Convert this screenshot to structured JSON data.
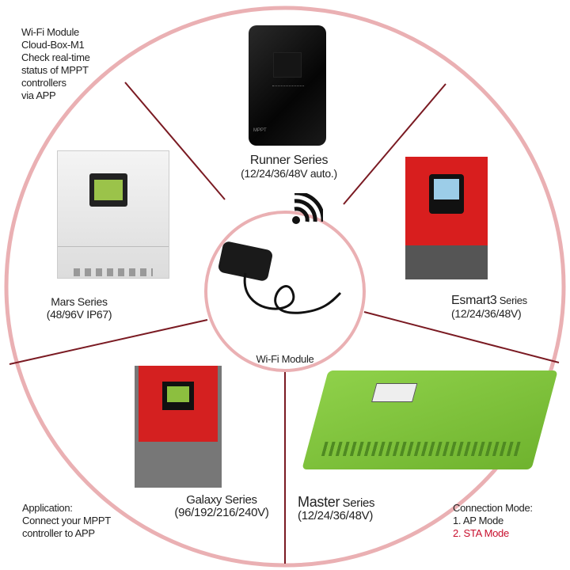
{
  "colors": {
    "ring": "#e8a5a8",
    "divider": "#7a1a22",
    "accent_red": "#c8102e"
  },
  "info": {
    "lines": [
      "Wi-Fi Module",
      "Cloud-Box-M1",
      "Check real-time",
      "status of MPPT",
      "controllers",
      "via APP"
    ]
  },
  "application": {
    "lines": [
      "Application:",
      "Connect your MPPT",
      "controller to APP"
    ]
  },
  "connection": {
    "title": "Connection Mode:",
    "mode1": "1. AP Mode",
    "mode2": "2. STA Mode"
  },
  "center": {
    "label": "Wi-Fi Module",
    "icon": "wifi-signal-icon"
  },
  "products": [
    {
      "name": "Runner Series",
      "spec": "(12/24/36/48V auto.)",
      "device_text": "MPPT"
    },
    {
      "name": "Esmart3",
      "suffix": "Series",
      "spec": "(12/24/36/48V)"
    },
    {
      "name": "Master",
      "suffix": "Series",
      "spec": "(12/24/36/48V)"
    },
    {
      "name": "Galaxy Series",
      "spec": "(96/192/216/240V)"
    },
    {
      "name": "Mars Series",
      "spec": "(48/96V IP67)"
    }
  ]
}
